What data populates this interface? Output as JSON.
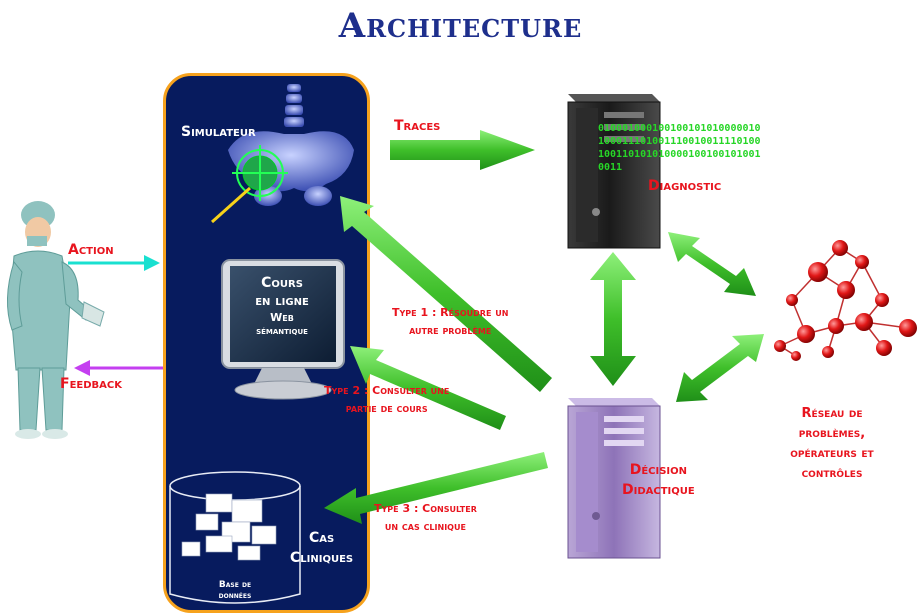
{
  "title": "Architecture",
  "panel": {
    "simulator_label": "Simulateur",
    "course": {
      "line1": "Cours",
      "line2": "en ligne",
      "line3": "Web",
      "line4": "sémantique"
    },
    "db": {
      "cases_line1": "Cas",
      "cases_line2": "Cliniques",
      "base_line1": "Base de",
      "base_line2": "données"
    }
  },
  "arrows": {
    "action": "Action",
    "feedback": "Feedback",
    "traces": "Traces",
    "type1_line1": "Type 1 : Résoudre un",
    "type1_line2": "autre problème",
    "type2_line1": "Type 2 : Consulter une",
    "type2_line2": "partie de cours",
    "type3_line1": "Type 3 : Consulter",
    "type3_line2": "un cas clinique"
  },
  "diagnostic": {
    "label": "Diagnostic",
    "binary": [
      "010001000100100101010000010",
      "100011101001110010011110100",
      "100110101010000100100101001",
      "0011"
    ]
  },
  "decision": {
    "line1": "Décision",
    "line2": "Didactique"
  },
  "network": {
    "line1": "Réseau de",
    "line2": "problèmes,",
    "line3": "opérateurs et",
    "line4": "contrôles"
  },
  "colors": {
    "title": "#1e2f8c",
    "panel": "#071b5e",
    "panel_border": "#f6a21d",
    "label_red": "#e8141e",
    "arrow_green": "#3fbf2a",
    "binary_green": "#27d627"
  }
}
